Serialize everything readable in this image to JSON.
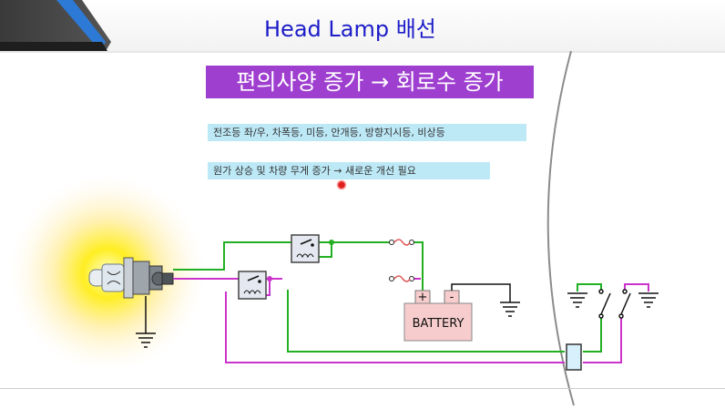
{
  "slide": {
    "title": "Head Lamp 배선",
    "banner": "편의사양 증가 → 회로수 증가",
    "notes": [
      "전조등 좌/우, 차폭등, 미등, 안개등, 방향지시등, 비상등",
      "원가 상승 및 차량 무게 증가  → 새로운 개선 필요"
    ]
  },
  "diagram": {
    "battery_label": "BATTERY",
    "positive_terminal": "+",
    "negative_terminal": "-",
    "colors": {
      "high_beam_wire": "#22b022",
      "low_beam_wire": "#cc33cc",
      "ground_wire": "#111111",
      "title_blue": "#1c1cc8",
      "banner_purple": "#9f3fd0",
      "note_bg": "#bde9f7",
      "battery_fill": "#f7cccc",
      "glow": "#ffee33"
    }
  }
}
